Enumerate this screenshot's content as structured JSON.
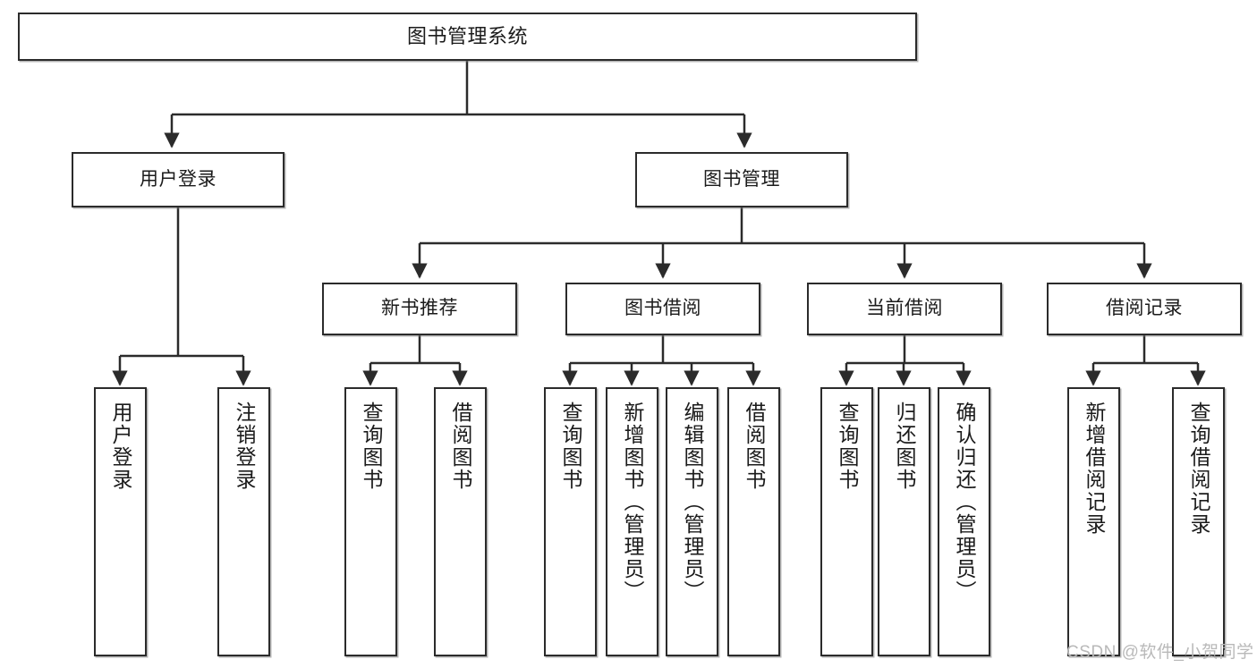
{
  "diagram": {
    "title": "图书管理系统",
    "type": "功能结构图",
    "root": {
      "label": "图书管理系统"
    },
    "level2": [
      {
        "label": "用户登录"
      },
      {
        "label": "图书管理"
      }
    ],
    "level3": [
      {
        "label": "新书推荐"
      },
      {
        "label": "图书借阅"
      },
      {
        "label": "当前借阅"
      },
      {
        "label": "借阅记录"
      }
    ],
    "leaves": {
      "user_login": [
        {
          "label": "用户登录"
        },
        {
          "label": "注销登录"
        }
      ],
      "new_book_recommend": [
        {
          "label": "查询图书"
        },
        {
          "label": "借阅图书"
        }
      ],
      "book_borrow": [
        {
          "label": "查询图书"
        },
        {
          "label": "新增图书（管理员）"
        },
        {
          "label": "编辑图书（管理员）"
        },
        {
          "label": "借阅图书"
        }
      ],
      "current_borrow": [
        {
          "label": "查询图书"
        },
        {
          "label": "归还图书"
        },
        {
          "label": "确认归还（管理员）"
        }
      ],
      "borrow_record": [
        {
          "label": "新增借阅记录"
        },
        {
          "label": "查询借阅记录"
        }
      ]
    }
  },
  "watermark": {
    "text": "CSDN @软件_小贺同学"
  },
  "colors": {
    "border": "#2b2b2b",
    "text": "#1b1b1b",
    "background": "#ffffff",
    "watermark": "#b9b9b9",
    "edge": "#2b2b2b"
  }
}
